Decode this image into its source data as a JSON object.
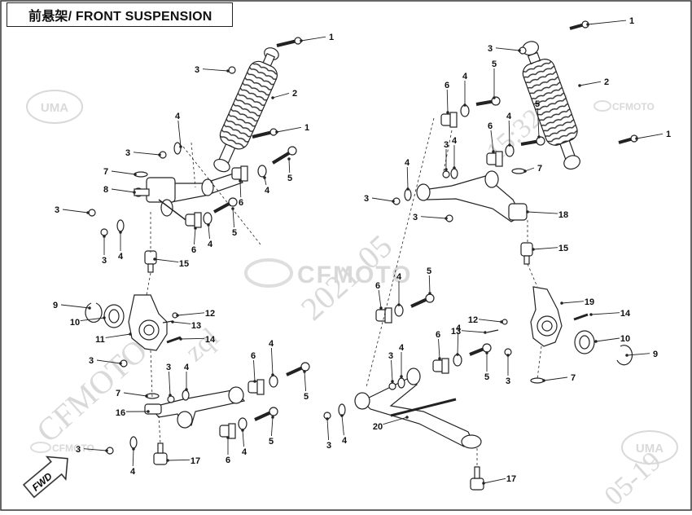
{
  "header": {
    "title": "前悬架/ FRONT SUSPENSION"
  },
  "watermarks": {
    "brand_center": "CFMOTO",
    "brand_upper_right": "CFMOTO",
    "brand_lower_left": "CFMOTO",
    "diag_lower_left": "CFMOTO",
    "diag_middle": "2021-05",
    "diag_right": "05-19",
    "diag_upper_right": "15:32:38",
    "uma_upper_left": "UMA",
    "uma_lower_right": "UMA",
    "user_fragment": "zql"
  },
  "direction_arrow": {
    "label": "FWD"
  },
  "callouts": [
    {
      "id": "c1",
      "text": "1"
    },
    {
      "id": "c2",
      "text": "2"
    },
    {
      "id": "c3",
      "text": "3"
    },
    {
      "id": "c4",
      "text": "1"
    },
    {
      "id": "c5",
      "text": "4"
    },
    {
      "id": "c6",
      "text": "3"
    },
    {
      "id": "c7",
      "text": "7"
    },
    {
      "id": "c8",
      "text": "8"
    },
    {
      "id": "c9",
      "text": "5"
    },
    {
      "id": "c10",
      "text": "4"
    },
    {
      "id": "c11",
      "text": "6"
    },
    {
      "id": "c12",
      "text": "3"
    },
    {
      "id": "c13",
      "text": "3"
    },
    {
      "id": "c14",
      "text": "4"
    },
    {
      "id": "c15",
      "text": "6"
    },
    {
      "id": "c16",
      "text": "4"
    },
    {
      "id": "c17",
      "text": "5"
    },
    {
      "id": "c18",
      "text": "15"
    },
    {
      "id": "c19",
      "text": "9"
    },
    {
      "id": "c20",
      "text": "10"
    },
    {
      "id": "c21",
      "text": "11"
    },
    {
      "id": "c22",
      "text": "12"
    },
    {
      "id": "c23",
      "text": "13"
    },
    {
      "id": "c24",
      "text": "14"
    },
    {
      "id": "c25",
      "text": "3"
    },
    {
      "id": "c26",
      "text": "6"
    },
    {
      "id": "c27",
      "text": "4"
    },
    {
      "id": "c28",
      "text": "3"
    },
    {
      "id": "c29",
      "text": "4"
    },
    {
      "id": "c30",
      "text": "7"
    },
    {
      "id": "c31",
      "text": "5"
    },
    {
      "id": "c32",
      "text": "16"
    },
    {
      "id": "c33",
      "text": "3"
    },
    {
      "id": "c34",
      "text": "4"
    },
    {
      "id": "c35",
      "text": "17"
    },
    {
      "id": "c36",
      "text": "6"
    },
    {
      "id": "c37",
      "text": "4"
    },
    {
      "id": "c38",
      "text": "5"
    },
    {
      "id": "c39",
      "text": "1"
    },
    {
      "id": "c40",
      "text": "3"
    },
    {
      "id": "c41",
      "text": "2"
    },
    {
      "id": "c42",
      "text": "6"
    },
    {
      "id": "c43",
      "text": "4"
    },
    {
      "id": "c44",
      "text": "5"
    },
    {
      "id": "c45",
      "text": "6"
    },
    {
      "id": "c46",
      "text": "4"
    },
    {
      "id": "c47",
      "text": "5"
    },
    {
      "id": "c48",
      "text": "1"
    },
    {
      "id": "c49",
      "text": "3"
    },
    {
      "id": "c50",
      "text": "4"
    },
    {
      "id": "c51",
      "text": "7"
    },
    {
      "id": "c52",
      "text": "4"
    },
    {
      "id": "c53",
      "text": "3"
    },
    {
      "id": "c54",
      "text": "3"
    },
    {
      "id": "c55",
      "text": "18"
    },
    {
      "id": "c56",
      "text": "15"
    },
    {
      "id": "c57",
      "text": "6"
    },
    {
      "id": "c58",
      "text": "4"
    },
    {
      "id": "c59",
      "text": "5"
    },
    {
      "id": "c60",
      "text": "12"
    },
    {
      "id": "c61",
      "text": "13"
    },
    {
      "id": "c62",
      "text": "19"
    },
    {
      "id": "c63",
      "text": "14"
    },
    {
      "id": "c64",
      "text": "10"
    },
    {
      "id": "c65",
      "text": "9"
    },
    {
      "id": "c66",
      "text": "6"
    },
    {
      "id": "c67",
      "text": "4"
    },
    {
      "id": "c68",
      "text": "5"
    },
    {
      "id": "c69",
      "text": "3"
    },
    {
      "id": "c70",
      "text": "4"
    },
    {
      "id": "c71",
      "text": "3"
    },
    {
      "id": "c72",
      "text": "7"
    },
    {
      "id": "c73",
      "text": "20"
    },
    {
      "id": "c74",
      "text": "3"
    },
    {
      "id": "c75",
      "text": "4"
    },
    {
      "id": "c76",
      "text": "17"
    }
  ]
}
